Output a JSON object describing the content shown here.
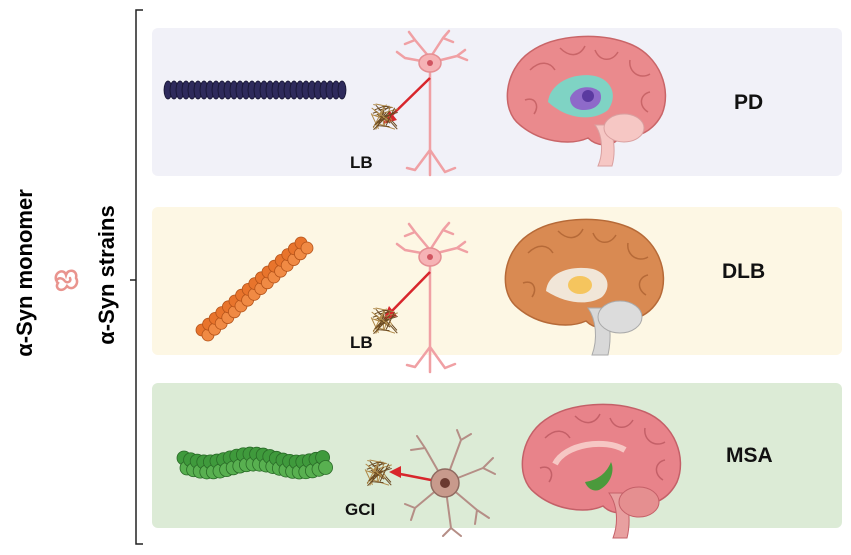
{
  "left": {
    "monomer_label": "α-Syn monomer",
    "strains_label": "α-Syn strains"
  },
  "rows": [
    {
      "disease": "PD",
      "inclusion": "LB",
      "bg": "#f1f1f8",
      "fibril": "#2e2a5c",
      "brain_inner": "#7fd3c4",
      "brain_core": "#8e6ac9"
    },
    {
      "disease": "DLB",
      "inclusion": "LB",
      "bg": "#fdf7e4",
      "fibril": "#e8742c",
      "brain_inner": "#f2b25a",
      "brain_core": "#f5c55e"
    },
    {
      "disease": "MSA",
      "inclusion": "GCI",
      "bg": "#dcebd6",
      "fibril": "#3f9a3c",
      "brain_inner": "#e06a78",
      "brain_core": "#4b9a3c"
    }
  ]
}
